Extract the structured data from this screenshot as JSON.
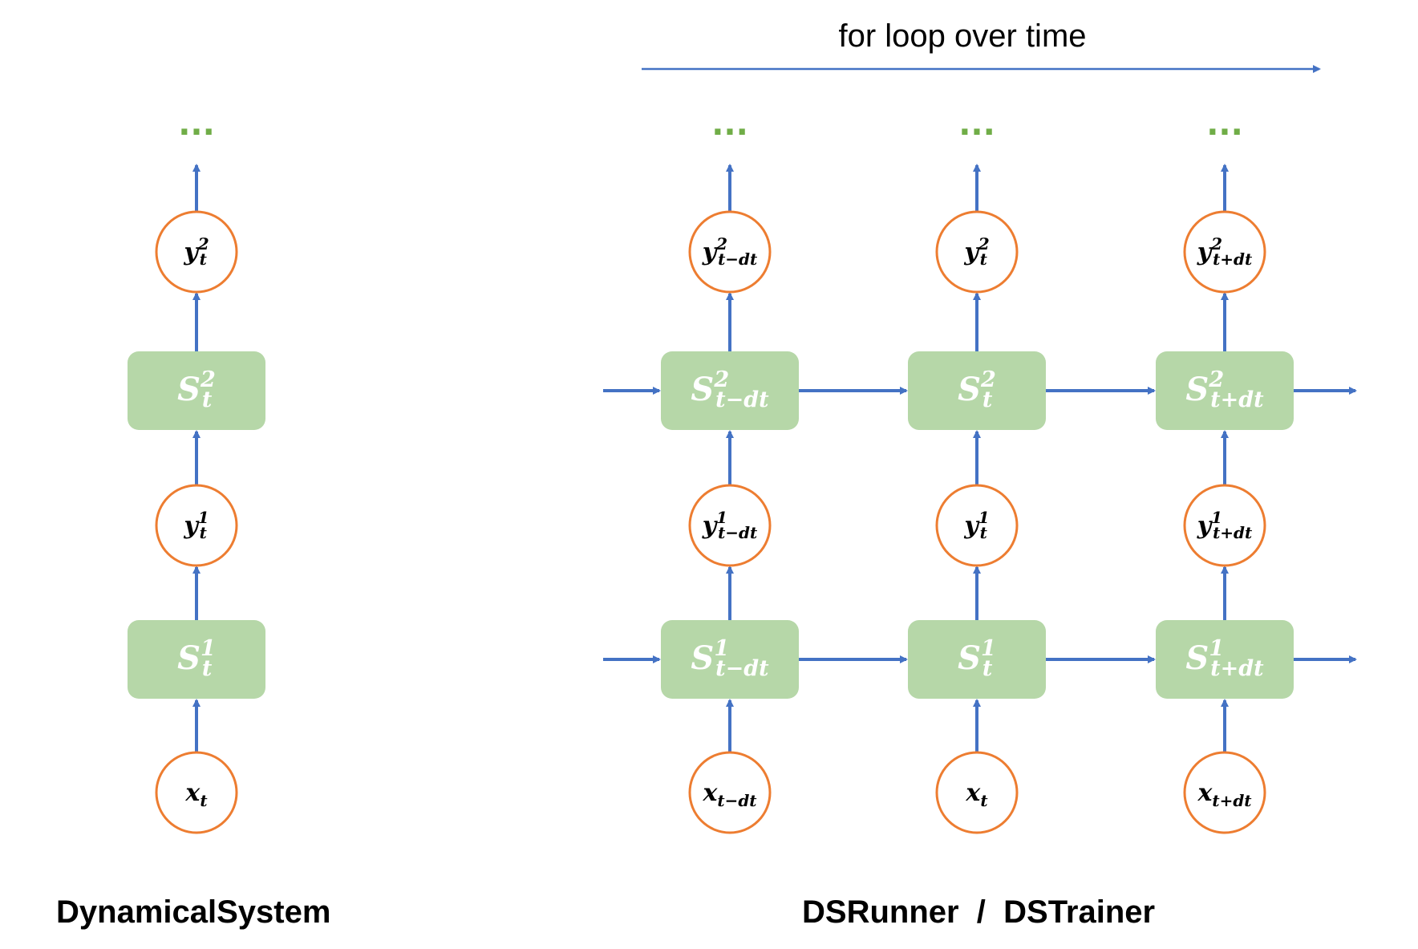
{
  "top_label": "for loop over time",
  "captions": {
    "left": "DynamicalSystem",
    "right": "DSRunner  /  DSTrainer"
  },
  "ellipsis": "...",
  "colors": {
    "arrow": "#4472c4",
    "state_box": "#b6d7a8",
    "node_stroke": "#ed7d31",
    "ellipsis": "#70ad47",
    "text": "#000000",
    "state_text": "#ffffff"
  },
  "columns": [
    {
      "id": "single",
      "x": {
        "base": "x",
        "sub": "t"
      },
      "y1": {
        "base": "y",
        "sup": "1",
        "sub": "t"
      },
      "y2": {
        "base": "y",
        "sup": "2",
        "sub": "t"
      },
      "s1": {
        "base": "S",
        "sup": "1",
        "sub": "t"
      },
      "s2": {
        "base": "S",
        "sup": "2",
        "sub": "t"
      }
    },
    {
      "id": "prev",
      "x": {
        "base": "x",
        "sub": "t−dt"
      },
      "y1": {
        "base": "y",
        "sup": "1",
        "sub": "t−dt"
      },
      "y2": {
        "base": "y",
        "sup": "2",
        "sub": "t−dt"
      },
      "s1": {
        "base": "S",
        "sup": "1",
        "sub": "t−dt"
      },
      "s2": {
        "base": "S",
        "sup": "2",
        "sub": "t−dt"
      }
    },
    {
      "id": "curr",
      "x": {
        "base": "x",
        "sub": "t"
      },
      "y1": {
        "base": "y",
        "sup": "1",
        "sub": "t"
      },
      "y2": {
        "base": "y",
        "sup": "2",
        "sub": "t"
      },
      "s1": {
        "base": "S",
        "sup": "1",
        "sub": "t"
      },
      "s2": {
        "base": "S",
        "sup": "2",
        "sub": "t"
      }
    },
    {
      "id": "next",
      "x": {
        "base": "x",
        "sub": "t+dt"
      },
      "y1": {
        "base": "y",
        "sup": "1",
        "sub": "t+dt"
      },
      "y2": {
        "base": "y",
        "sup": "2",
        "sub": "t+dt"
      },
      "s1": {
        "base": "S",
        "sup": "1",
        "sub": "t+dt"
      },
      "s2": {
        "base": "S",
        "sup": "2",
        "sub": "t+dt"
      }
    }
  ]
}
